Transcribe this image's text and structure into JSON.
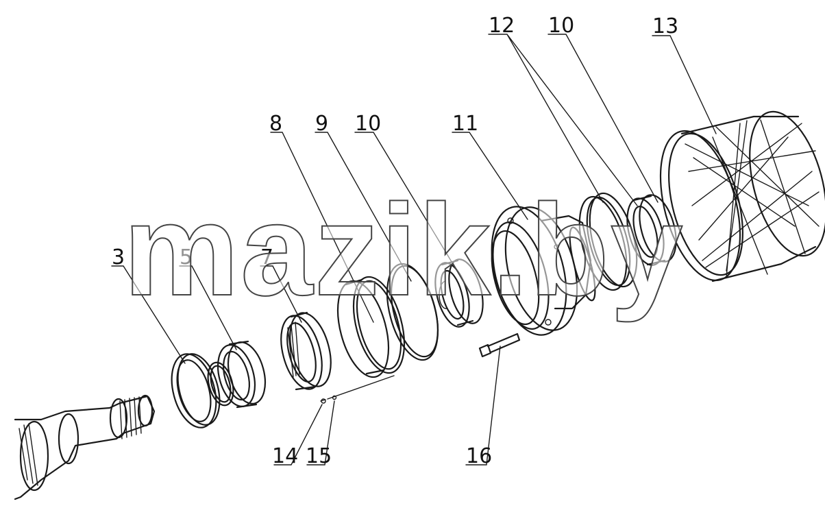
{
  "diagram": {
    "callouts": [
      "3",
      "5",
      "7",
      "8",
      "9",
      "10",
      "11",
      "12",
      "10",
      "13",
      "14",
      "15",
      "16"
    ]
  },
  "watermark": "mazik.by"
}
